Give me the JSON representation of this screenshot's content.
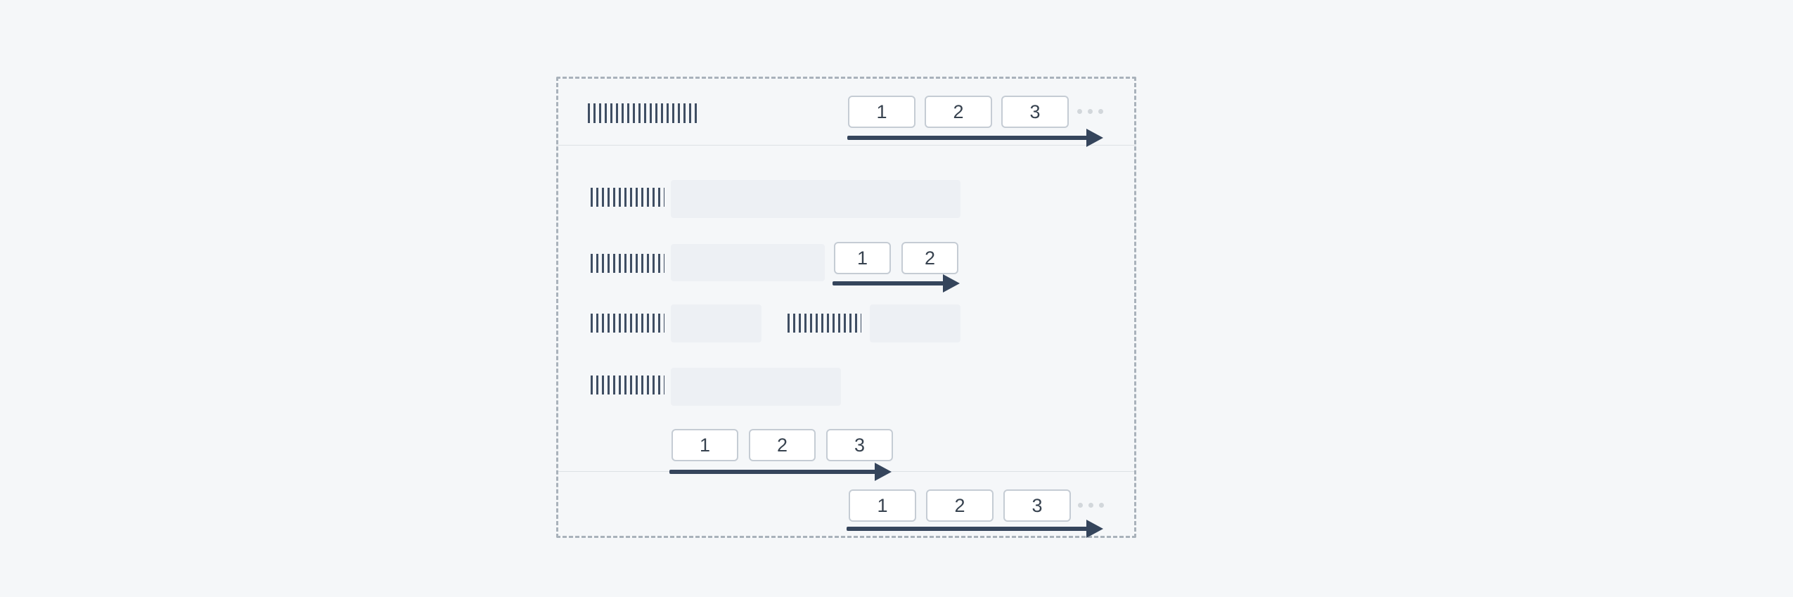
{
  "colors": {
    "background": "#f5f7f9",
    "frame_border": "#a9b2bb",
    "arrow": "#35455c",
    "placeholder_bars": "#3f4e63",
    "field_fill": "#edf0f4",
    "button_bg": "#ffffff",
    "button_border": "#c5ccd4",
    "button_text": "#37424f",
    "divider": "#dde1e5",
    "dots": "#d2d7db"
  },
  "dialog": {
    "header": {
      "title_placeholder_bars": 20,
      "buttons": [
        {
          "label": "1"
        },
        {
          "label": "2"
        },
        {
          "label": "3"
        }
      ],
      "overflow_dots": 3
    },
    "form": {
      "row1": {
        "label_placeholder_bars": 13,
        "fields": 1
      },
      "row2": {
        "label_placeholder_bars": 13,
        "fields": 1,
        "buttons": [
          {
            "label": "1"
          },
          {
            "label": "2"
          }
        ]
      },
      "row3": {
        "label_placeholder_bars_left": 13,
        "label_placeholder_bars_right": 13,
        "fields": 2
      },
      "row4": {
        "label_placeholder_bars": 13,
        "fields": 1
      }
    },
    "content_buttons": [
      {
        "label": "1"
      },
      {
        "label": "2"
      },
      {
        "label": "3"
      }
    ],
    "footer": {
      "buttons": [
        {
          "label": "1"
        },
        {
          "label": "2"
        },
        {
          "label": "3"
        }
      ],
      "overflow_dots": 3
    }
  }
}
